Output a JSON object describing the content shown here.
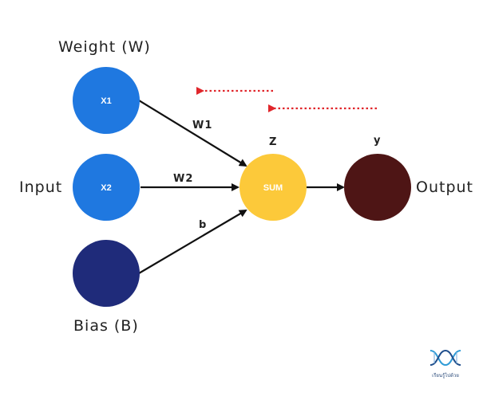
{
  "labels": {
    "weight": "Weight (W)",
    "input": "Input",
    "bias": "Bias (B)",
    "output": "Output",
    "w1": "W1",
    "w2": "W2",
    "b": "b",
    "z": "Z",
    "y": "y"
  },
  "nodes": {
    "x1": "X1",
    "x2": "X2",
    "sum": "SUM"
  },
  "colors": {
    "input_node": "#1f78e0",
    "bias_node": "#1f2b7a",
    "sum_node": "#fcc93a",
    "output_node": "#4e1515",
    "arrow": "#111111",
    "backprop_arrow": "#e0262b"
  },
  "logo": {
    "text": "เรียนรู้ไปด้วย",
    "icon": "dna-helix-logo"
  }
}
